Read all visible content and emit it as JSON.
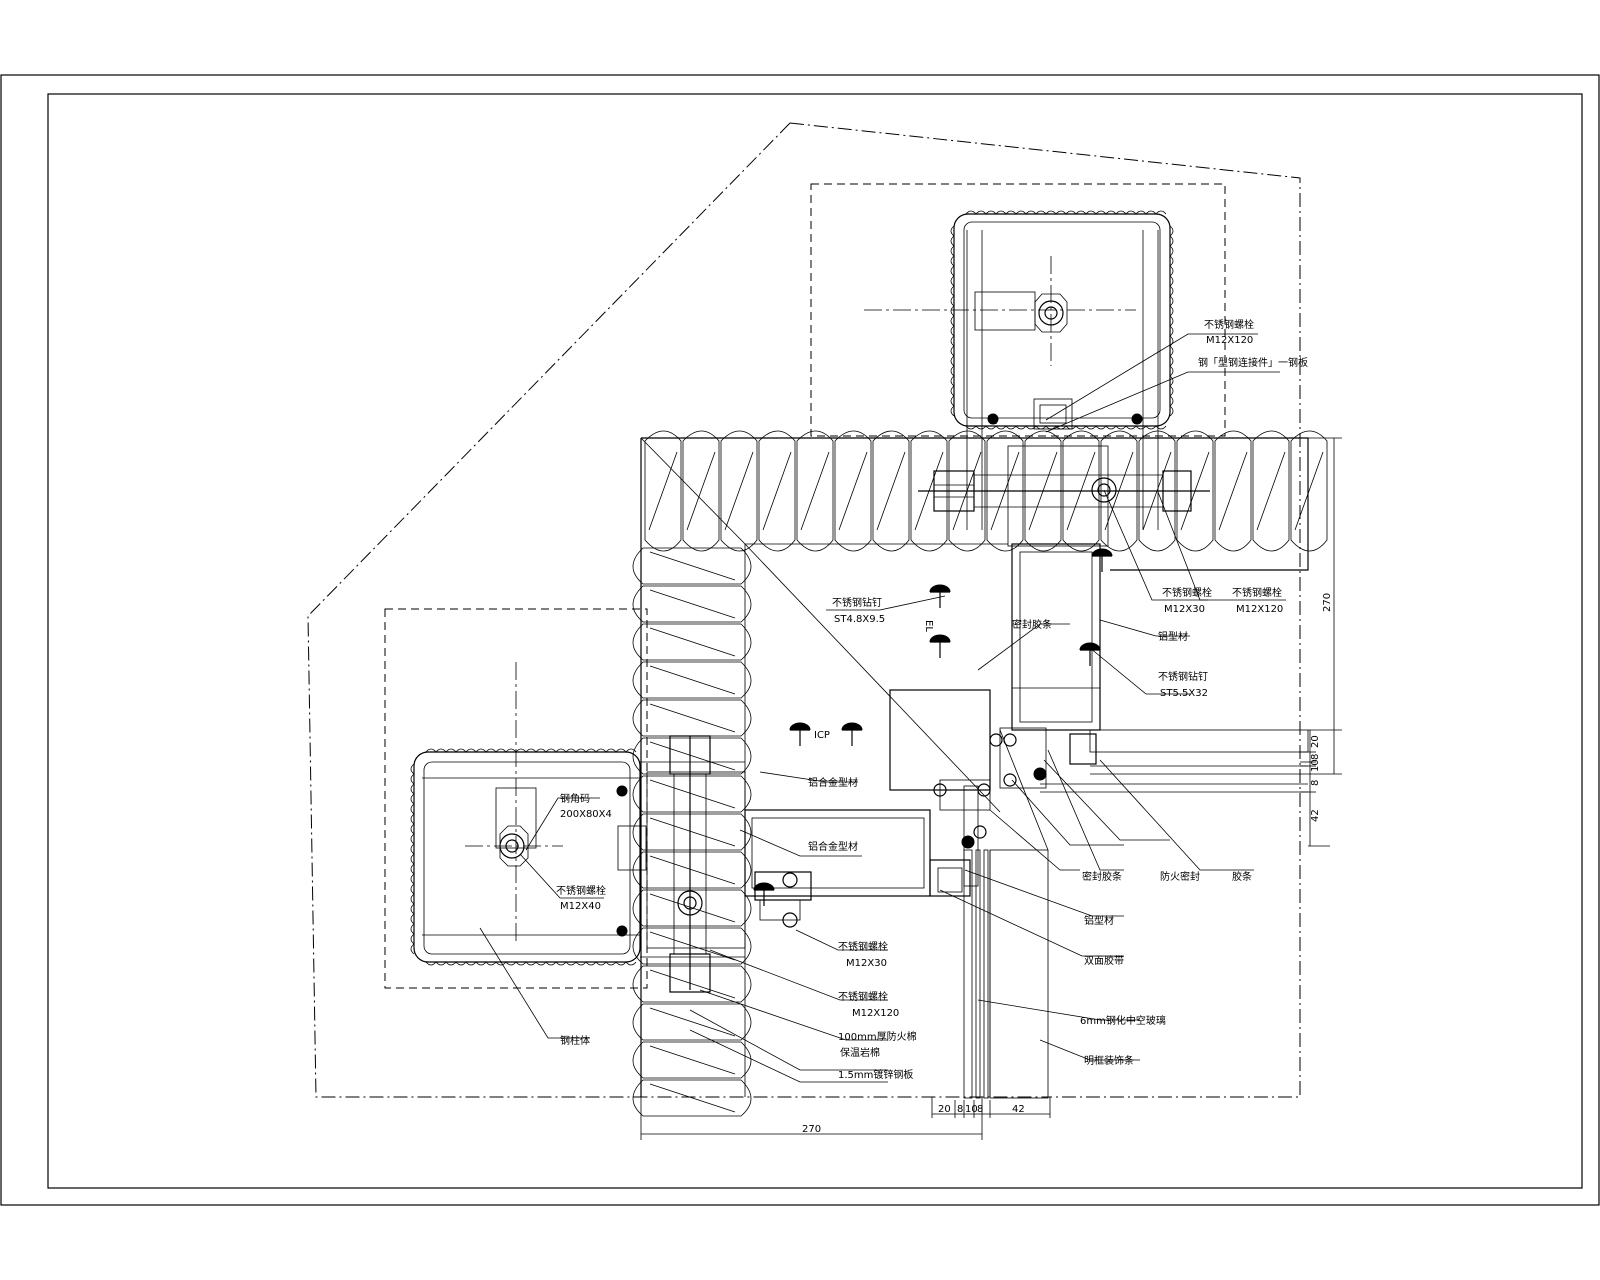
{
  "labels": {
    "top_bolt_1": "不锈钢螺栓",
    "top_bolt_1_spec": "M12X120",
    "top_plate_note": "钢「型钢连接件」一钢板",
    "screw_left_1": "不锈钢钻钉",
    "screw_left_1_spec": "ST4.8X9.5",
    "glue_strip_1": "密封胶条",
    "bolt_right_1": "不锈钢螺栓",
    "bolt_right_1_spec": "M12X30",
    "bolt_right_2": "不锈钢螺栓",
    "bolt_right_2_spec": "M12X120",
    "aluminum_right": "铝型材",
    "screw_right_1": "不锈钢钻钉",
    "screw_right_1_spec": "ST5.5X32",
    "corner_mark": "EL",
    "spacer_label": "ICP",
    "glue_left_1": "铝合金型材",
    "glue_left_2": "铝合金型材",
    "bracket_left": "钢角码",
    "bracket_left_spec": "200X80X4",
    "bolt_left_1": "不锈钢螺栓",
    "bolt_left_1_spec": "M12X40",
    "steel_column": "钢柱体",
    "bolt_bottom_1": "不锈钢螺栓",
    "bolt_bottom_1_spec": "M12X30",
    "bolt_bottom_2": "不锈钢螺栓",
    "bolt_bottom_2_spec": "M12X120",
    "insulation_1": "100mm厚防火棉",
    "insulation_2": "保温岩棉",
    "steel_sheet": "1.5mm镀锌钢板",
    "seal_strip_a": "密封胶条",
    "seal_strip_b": "防火密封",
    "seal_strip_c": "胶条",
    "aluminum_bottom": "铝型材",
    "gasket_bottom": "双面胶带",
    "glass_spec": "6mm钢化中空玻璃",
    "bottom_cover": "明框装饰条"
  },
  "dimensions": {
    "right_vertical": "270",
    "right_d1": "20",
    "right_d2": "8",
    "right_d3": "10",
    "right_d4": "8",
    "right_d5": "42",
    "bottom_horizontal": "270",
    "bottom_d1": "20",
    "bottom_d2": "8",
    "bottom_d3": "10",
    "bottom_d4": "8",
    "bottom_d5": "42"
  }
}
